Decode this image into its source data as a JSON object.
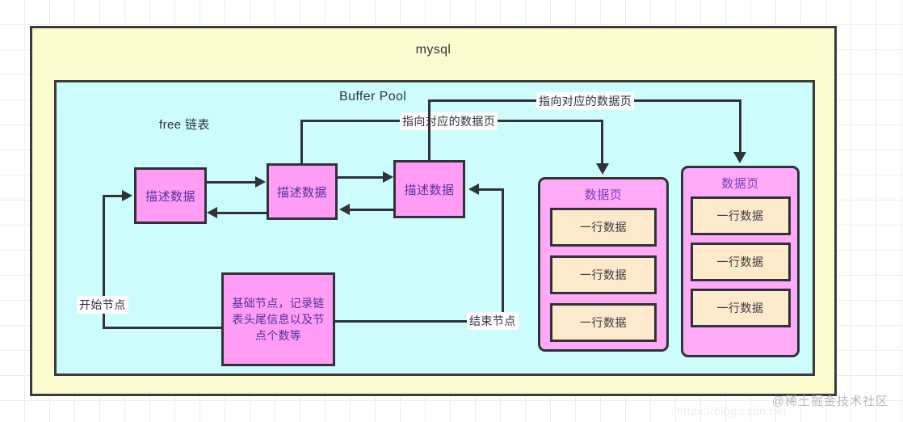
{
  "diagram": {
    "outer_container_label": "mysql",
    "inner_container_label": "Buffer Pool",
    "free_list_label": "free 链表",
    "colors": {
      "outer_fill": "#fcfbcf",
      "inner_fill": "#ccfcfc",
      "desc_fill": "#ff9cf5",
      "page_fill": "#ffaaf7",
      "row_fill": "#fde9cb",
      "stroke": "#2f3337"
    },
    "desc_nodes": [
      {
        "label": "描述数据"
      },
      {
        "label": "描述数据"
      },
      {
        "label": "描述数据"
      }
    ],
    "base_node": {
      "label": "基础节点，记录链表头尾信息以及节点个数等"
    },
    "edge_labels": {
      "start_node": "开始节点",
      "end_node": "结束节点",
      "pointer_lower": "指向对应的数据页",
      "pointer_upper": "指向对应的数据页"
    },
    "data_pages": [
      {
        "title": "数据页",
        "rows": [
          "一行数据",
          "一行数据",
          "一行数据"
        ]
      },
      {
        "title": "数据页",
        "rows": [
          "一行数据",
          "一行数据",
          "一行数据"
        ]
      }
    ]
  },
  "watermark": {
    "brand": "@稀土掘金技术社区",
    "url": "https://blog.csdn.net"
  }
}
